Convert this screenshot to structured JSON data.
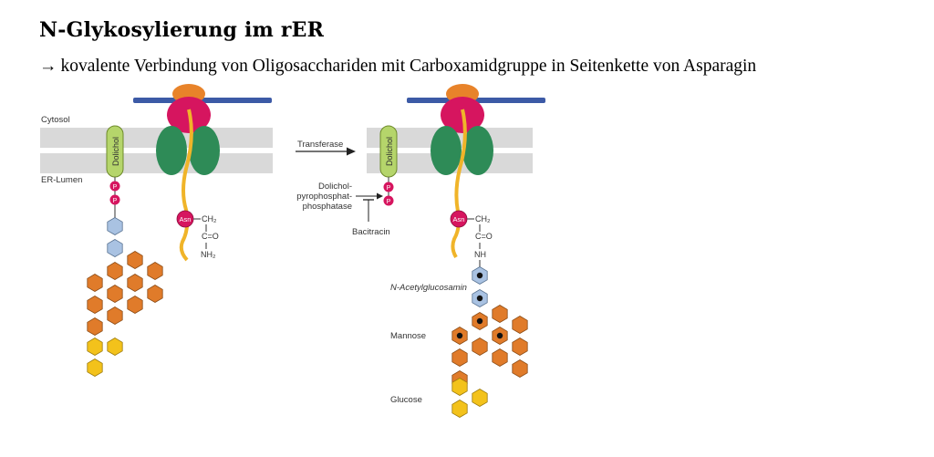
{
  "header": {
    "title": "N-Glykosylierung im rER",
    "arrow": "→",
    "subtitle": "kovalente Verbindung von Oligosacchariden mit Carboxamidgruppe in Seitenkette von Asparagin"
  },
  "diagram": {
    "cytosol": "Cytosol",
    "er_lumen": "ER-Lumen",
    "dolichol_left": "Dolichol",
    "dolichol_right": "Dolichol",
    "p": "P",
    "transferase": "Transferase",
    "phosphatase_1": "Dolichol-",
    "phosphatase_2": "pyrophosphat-",
    "phosphatase_3": "phosphatase",
    "bacitracin": "Bacitracin",
    "asn": "Asn",
    "ch2": "CH₂",
    "c_eq_o": "C=O",
    "nh2": "NH₂",
    "nh": "NH",
    "n_acetylglucosamin": "N-Acetylglucosamin",
    "mannose": "Mannose",
    "glucose": "Glucose",
    "colors": {
      "membrane": "#d9d9d9",
      "membrane_bar": "#3c5aa6",
      "ribosome_top": "#e8832a",
      "ribosome_main": "#d6155f",
      "translocon": "#2e8b57",
      "peptide": "#f0b429",
      "dolichol": "#b5d56b",
      "mannose": "#e07b2a",
      "glucose": "#f3c21b",
      "glcnac": "#a9c2e2"
    }
  }
}
